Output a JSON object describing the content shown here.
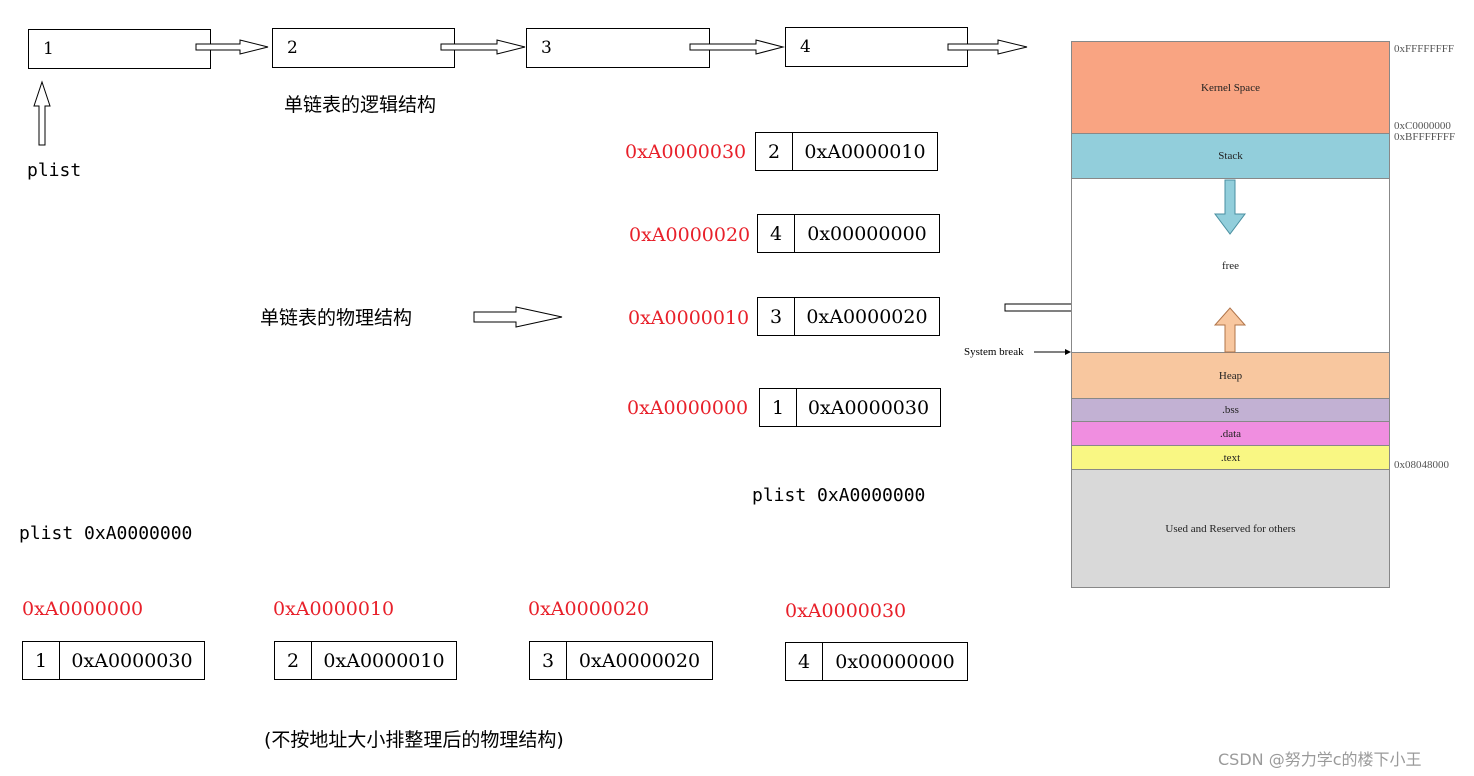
{
  "logical": {
    "caption": "单链表的逻辑结构",
    "nodes": [
      "1",
      "2",
      "3",
      "4"
    ],
    "pointer_label": "plist"
  },
  "physical_sorted": {
    "rows": [
      {
        "address": "0xA0000030",
        "value": "2",
        "next": "0xA0000010"
      },
      {
        "address": "0xA0000020",
        "value": "4",
        "next": "0x00000000"
      },
      {
        "address": "0xA0000010",
        "value": "3",
        "next": "0xA0000020"
      },
      {
        "address": "0xA0000000",
        "value": "1",
        "next": "0xA0000030"
      }
    ],
    "plist_label": "plist 0xA0000000"
  },
  "physical_caption": "单链表的物理结构",
  "physical_unsorted": {
    "plist_label": "plist 0xA0000000",
    "nodes": [
      {
        "address": "0xA0000000",
        "value": "1",
        "next": "0xA0000030"
      },
      {
        "address": "0xA0000010",
        "value": "2",
        "next": "0xA0000010"
      },
      {
        "address": "0xA0000020",
        "value": "3",
        "next": "0xA0000020"
      },
      {
        "address": "0xA0000030",
        "value": "4",
        "next": "0x00000000"
      }
    ],
    "caption": "(不按地址大小排整理后的物理结构)"
  },
  "memory_map": {
    "segments": [
      {
        "label": "Kernel Space",
        "color": "#f9a482"
      },
      {
        "label": "Stack",
        "color": "#92cedb"
      },
      {
        "label": "free",
        "color": "#ffffff"
      },
      {
        "label": "Heap",
        "color": "#f8c79f"
      },
      {
        "label": ".bss",
        "color": "#c2b1d3"
      },
      {
        "label": ".data",
        "color": "#f08ee0"
      },
      {
        "label": ".text",
        "color": "#f9f783"
      },
      {
        "label": "Used and Reserved for others",
        "color": "#d9d9d9"
      }
    ],
    "addresses": [
      "0xFFFFFFFF",
      "0xC0000000",
      "0xBFFFFFFF",
      "0x08048000"
    ],
    "system_break_label": "System break"
  },
  "watermark": "CSDN @努力学c的楼下小王"
}
